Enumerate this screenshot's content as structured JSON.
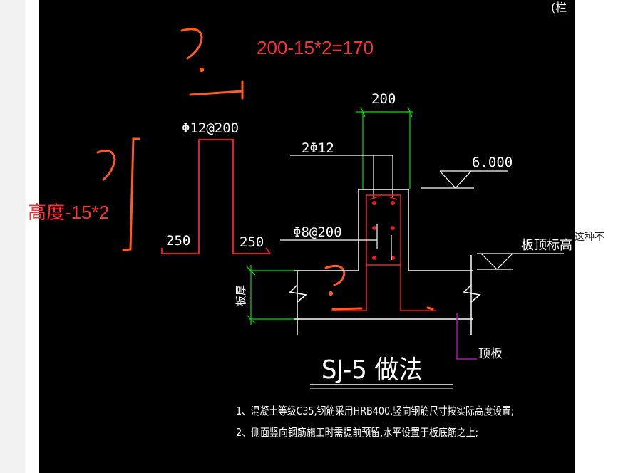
{
  "side_note": "这种不",
  "cad": {
    "top_corner_text": "(栏",
    "formula": "200-15*2=170",
    "height_note": "高度-15*2",
    "stirrup_top_label": "Φ12@200",
    "left_leg_label": "250",
    "right_leg_label": "250",
    "dim_width": "200",
    "top_bar_label": "2Φ12",
    "elevation_value": "6.000",
    "stirrup_label": "Φ8@200",
    "slab_top_label": "板顶标高",
    "slab_thickness_label": "板厚",
    "top_slab_label": "顶板",
    "title": "SJ-5 做法",
    "note_1": "1、混凝土等级C35,钢筋采用HRB400,竖向钢筋尺寸按实际高度设置;",
    "note_2": "2、侧面竖向钢筋施工时需提前预留,水平设置于板底筋之上;",
    "colors": {
      "background": "#000000",
      "linework": "#ffffff",
      "rebar": "#e02020",
      "dimension": "#00e000",
      "markup": "#ff5a1f",
      "markup_text": "#ff3030",
      "leader": "#d000d0"
    }
  }
}
